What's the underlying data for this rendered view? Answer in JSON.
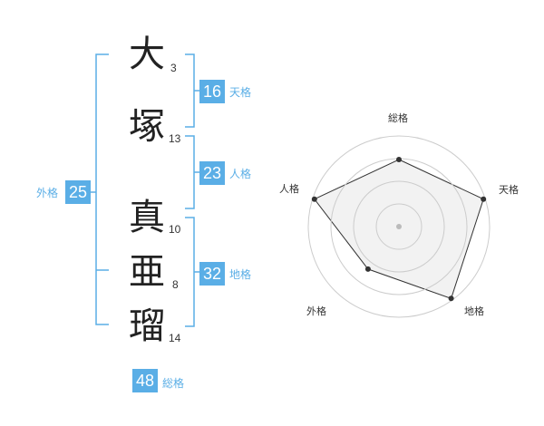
{
  "name": [
    {
      "char": "大",
      "strokes": "3"
    },
    {
      "char": "塚",
      "strokes": "13"
    },
    {
      "char": "真",
      "strokes": "10"
    },
    {
      "char": "亜",
      "strokes": "8"
    },
    {
      "char": "瑠",
      "strokes": "14"
    }
  ],
  "fortunes": {
    "tenkaku": {
      "value": "16",
      "label": "天格"
    },
    "jinkaku": {
      "value": "23",
      "label": "人格"
    },
    "chikaku": {
      "value": "32",
      "label": "地格"
    },
    "gaikaku": {
      "value": "25",
      "label": "外格"
    },
    "soukaku": {
      "value": "48",
      "label": "総格"
    }
  },
  "radar": {
    "axes": [
      "総格",
      "天格",
      "地格",
      "外格",
      "人格"
    ],
    "values": [
      0.74,
      0.98,
      0.98,
      0.58,
      0.98
    ],
    "colors": {
      "fill": "#f0f0f0",
      "stroke": "#333333",
      "rings": "#cccccc",
      "accent": "#5aaee6"
    }
  }
}
